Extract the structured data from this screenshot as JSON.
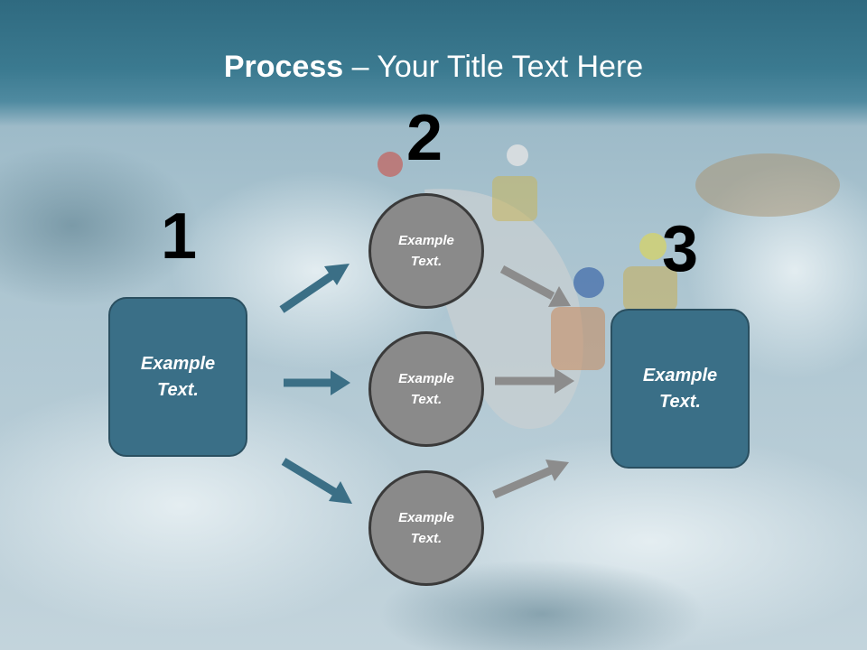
{
  "title": {
    "bold": "Process",
    "rest": " – Your Title Text Here"
  },
  "steps": [
    {
      "number": "1",
      "label_line1": "Example",
      "label_line2": "Text."
    },
    {
      "number": "2"
    },
    {
      "number": "3",
      "label_line1": "Example",
      "label_line2": "Text."
    }
  ],
  "circles": [
    {
      "line1": "Example",
      "line2": "Text."
    },
    {
      "line1": "Example",
      "line2": "Text."
    },
    {
      "line1": "Example",
      "line2": "Text."
    }
  ],
  "colors": {
    "box_fill": "#3a6f87",
    "circle_fill": "#8a8a8a",
    "blue_arrow": "#3b6f86",
    "gray_arrow": "#8c8c8c"
  }
}
